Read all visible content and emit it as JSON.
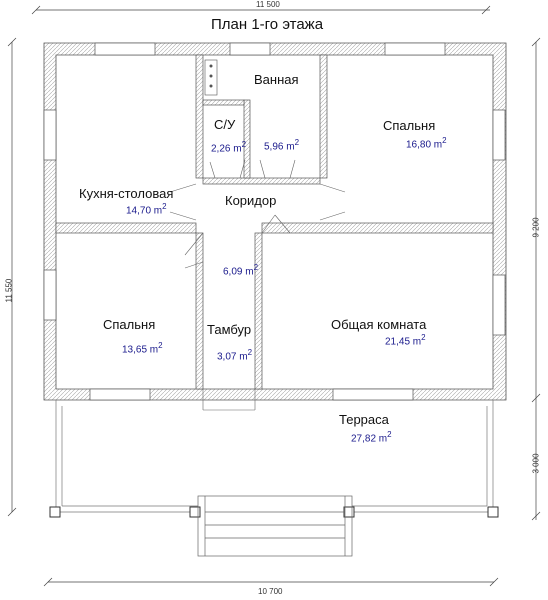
{
  "title": "План 1-го этажа",
  "dimensions": {
    "top_width": "11 500",
    "bottom_width": "10 700",
    "left_height": "11 550",
    "right_upper": "9 200",
    "right_lower": "3 000"
  },
  "rooms": {
    "bathroom": {
      "name": "Ванная",
      "area": "5,96 m"
    },
    "wc": {
      "name": "С/У",
      "area": "2,26 m"
    },
    "bedroom_top": {
      "name": "Спальня",
      "area": "16,80 m"
    },
    "kitchen": {
      "name": "Кухня-столовая",
      "area": "14,70 m"
    },
    "corridor": {
      "name": "Коридор",
      "area": "6,09 m"
    },
    "bedroom_bottom": {
      "name": "Спальня",
      "area": "13,65 m"
    },
    "vestibule": {
      "name": "Тамбур",
      "area": "3,07 m"
    },
    "living": {
      "name": "Общая комната",
      "area": "21,45 m"
    },
    "terrace": {
      "name": "Терраса",
      "area": "27,82 m"
    }
  },
  "area_unit_exponent": "2"
}
